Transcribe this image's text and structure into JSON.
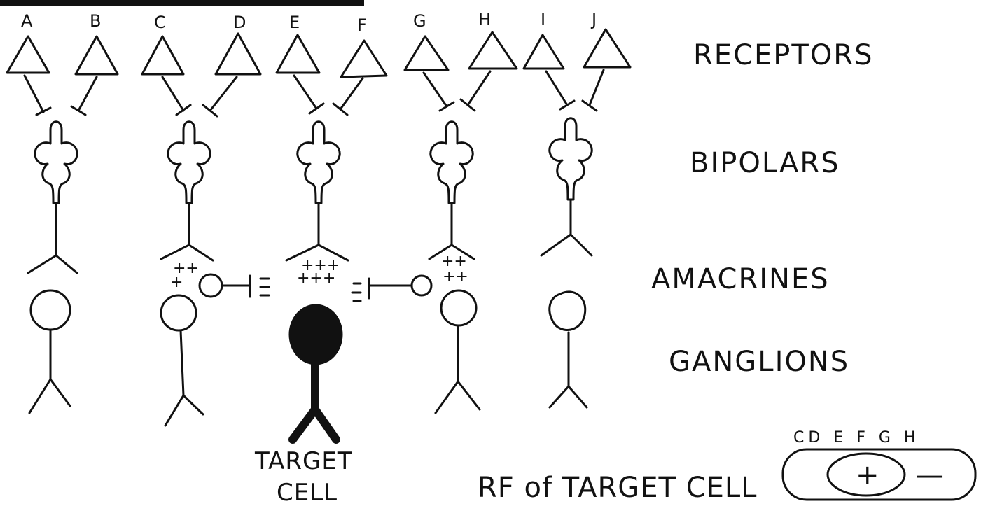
{
  "receptor_letters": [
    "A",
    "B",
    "C",
    "D",
    "E",
    "F",
    "G",
    "H",
    "I",
    "J"
  ],
  "row_labels": {
    "receptors": "RECEPTORS",
    "bipolars": "BIPOLARS",
    "amacrines": "AMACRINES",
    "ganglions": "GANGLIONS"
  },
  "amacrine_signs": {
    "left_row1": "++",
    "left_row2": "+",
    "center_row1": "+++",
    "center_row2": "+++",
    "right_row1": "++",
    "right_row2": "++"
  },
  "target_cell": {
    "line1": "TARGET",
    "line2": "CELL"
  },
  "receptive_field": {
    "caption": "RF of TARGET CELL",
    "letters": "CD E F G H",
    "center_sign": "+",
    "surround_sign": "—"
  }
}
